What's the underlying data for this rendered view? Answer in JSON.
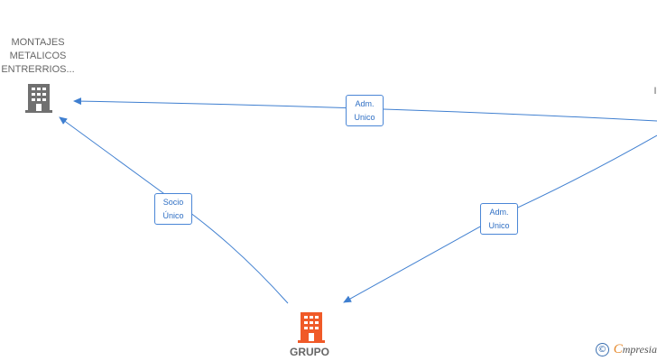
{
  "nodes": {
    "montajes": {
      "label": "MONTAJES\nMETALICOS\nENTRERRIOS...",
      "icon": "building-icon",
      "color": "#707070"
    },
    "grupo": {
      "label": "GRUPO",
      "icon": "building-icon",
      "color": "#f05a28"
    },
    "offscreen": {
      "label": "I"
    }
  },
  "edges": [
    {
      "label": "Adm.\nUnico"
    },
    {
      "label": "Socio\nÚnico"
    },
    {
      "label": "Adm.\nUnico"
    }
  ],
  "colors": {
    "edge": "#3f7fd0"
  },
  "footer": {
    "copyright_icon": "copyright-icon",
    "brand_initial": "C",
    "brand_rest": "mpresia"
  }
}
